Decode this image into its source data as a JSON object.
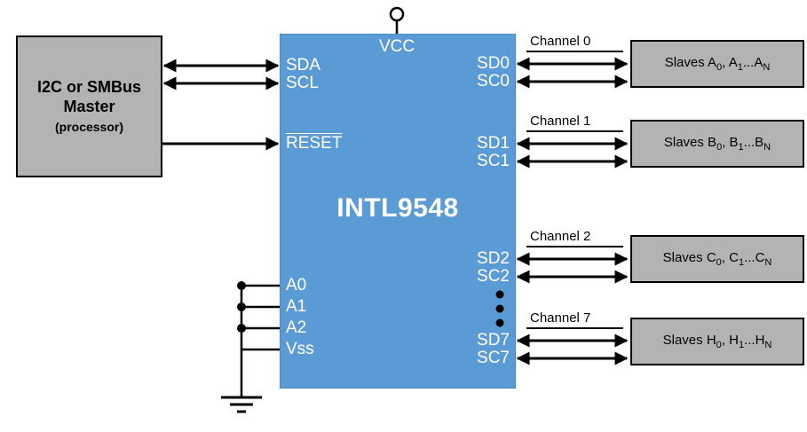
{
  "diagram": {
    "master": {
      "line1": "I2C or SMBus",
      "line2": "Master",
      "line3": "(processor)"
    },
    "mux": {
      "title": "INTL9548",
      "vcc_label": "VCC",
      "left_pins": {
        "sda": "SDA",
        "scl": "SCL",
        "reset": "RESET",
        "a0": "A0",
        "a1": "A1",
        "a2": "A2",
        "vss": "Vss"
      },
      "right_pins": {
        "sd0": "SD0",
        "sc0": "SC0",
        "sd1": "SD1",
        "sc1": "SC1",
        "sd2": "SD2",
        "sc2": "SC2",
        "sd7": "SD7",
        "sc7": "SC7"
      }
    },
    "channels": [
      {
        "label": "Channel 0",
        "slave_p0": "Slaves A",
        "slave_s0": "0",
        "slave_p1": ", A",
        "slave_s1": "1",
        "slave_p2": "...A",
        "slave_s2": "N"
      },
      {
        "label": "Channel 1",
        "slave_p0": "Slaves B",
        "slave_s0": "0",
        "slave_p1": ", B",
        "slave_s1": "1",
        "slave_p2": "...B",
        "slave_s2": "N"
      },
      {
        "label": "Channel 2",
        "slave_p0": "Slaves C",
        "slave_s0": "0",
        "slave_p1": ", C",
        "slave_s1": "1",
        "slave_p2": "...C",
        "slave_s2": "N"
      },
      {
        "label": "Channel 7",
        "slave_p0": "Slaves H",
        "slave_s0": "0",
        "slave_p1": ", H",
        "slave_s1": "1",
        "slave_p2": "...H",
        "slave_s2": "N"
      }
    ],
    "colors": {
      "mux_fill": "#5b9bd5",
      "box_fill": "#b3b3b3",
      "wire": "#000000"
    }
  }
}
